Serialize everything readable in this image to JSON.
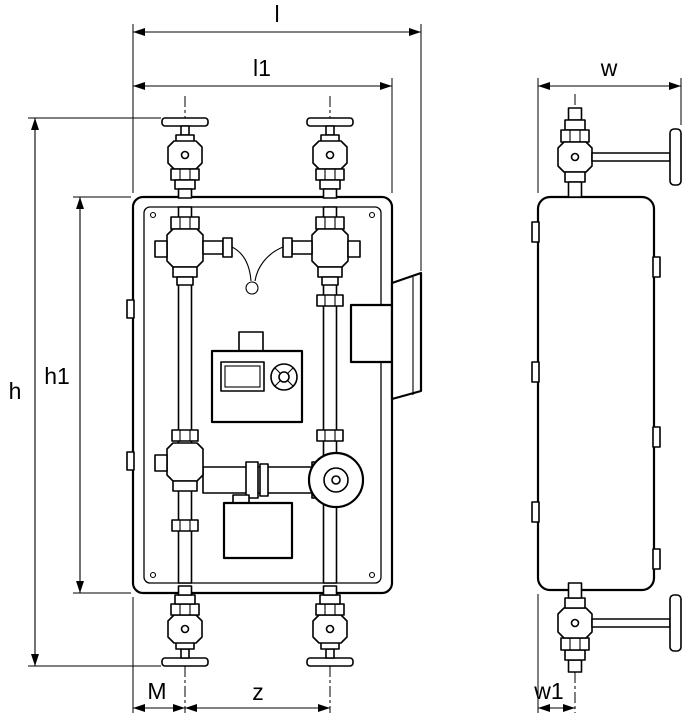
{
  "figure": {
    "kind": "technical dimensional drawing",
    "views": [
      "front view",
      "side view"
    ],
    "parts_visible": [
      "ball-valves-with-tee-handles",
      "insulation-box",
      "controller-with-display",
      "circulation-pump",
      "mounting-bracket",
      "pipework"
    ]
  },
  "labels": {
    "l": "l",
    "l1": "l1",
    "w": "w",
    "h": "h",
    "h1": "h1",
    "M": "M",
    "z": "z",
    "w1": "w1"
  },
  "colors": {
    "line": "#000000",
    "background": "#ffffff"
  }
}
